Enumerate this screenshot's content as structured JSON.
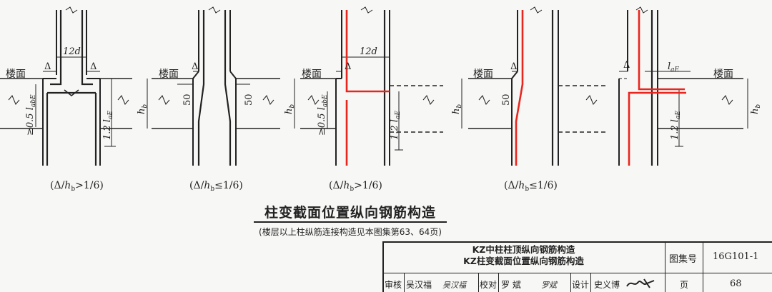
{
  "diagrams": [
    {
      "id": "d1",
      "labels": {
        "floor": "楼面",
        "delta_left": "Δ",
        "delta_right": "Δ",
        "dim_top": "12d",
        "dim_left": "≥0.5 l",
        "dim_left_sub": "abE",
        "dim_right": "1.2 l",
        "dim_right_sub": "aE"
      },
      "caption": "(Δ/hb>1/6)"
    },
    {
      "id": "d2",
      "labels": {
        "floor": "楼面",
        "delta": "Δ",
        "hb": "h",
        "hb_sub": "b",
        "slope_left": "50",
        "slope_right": "50"
      },
      "caption": "(Δ/hb≤1/6)"
    },
    {
      "id": "d3",
      "labels": {
        "floor": "楼面",
        "delta": "Δ",
        "dim_top": "12d",
        "hb": "h",
        "hb_sub": "b",
        "dim_left": "≥0.5 l",
        "dim_left_sub": "abE",
        "dim_right": "1.2 l",
        "dim_right_sub": "aE"
      },
      "caption": "(Δ/hb>1/6)"
    },
    {
      "id": "d4",
      "labels": {
        "floor": "楼面",
        "delta": "Δ",
        "hb": "h",
        "hb_sub": "b",
        "slope": "50"
      },
      "caption": "(Δ/hb≤1/6)"
    },
    {
      "id": "d5",
      "labels": {
        "floor": "楼面",
        "delta": "Δ",
        "lae": "l",
        "lae_sub": "aE",
        "hb": "h",
        "hb_sub": "b",
        "dim_right": "1.2 l",
        "dim_right_sub": "aE"
      }
    }
  ],
  "captions": {
    "c1_prefix": "(Δ/",
    "c1_h": "h",
    "c1_sub": "b",
    "c1_suffix": ">1/6)",
    "c2_prefix": "(Δ/",
    "c2_h": "h",
    "c2_sub": "b",
    "c2_suffix": "≤1/6)",
    "c3_prefix": "(Δ/",
    "c3_h": "h",
    "c3_sub": "b",
    "c3_suffix": ">1/6)",
    "c4_prefix": "(Δ/",
    "c4_h": "h",
    "c4_sub": "b",
    "c4_suffix": "≤1/6)"
  },
  "title": "柱变截面位置纵向钢筋构造",
  "note": "(楼层以上柱纵筋连接构造见本图集第63、64页)",
  "title_block": {
    "title_line1": "KZ中柱柱顶纵向钢筋构造",
    "title_line2": "KZ柱变截面位置纵向钢筋构造",
    "atlas_label": "图集号",
    "atlas_no": "16G101-1",
    "review_label": "审核",
    "reviewer": "吴汉福",
    "reviewer_sign": "吴汉福",
    "check_label": "校对",
    "checker": "罗 斌",
    "checker_sign": "罗斌",
    "design_label": "设计",
    "designer": "史义博",
    "page_label": "页",
    "page_no": "68"
  },
  "colors": {
    "line": "#222222",
    "rebar": "#e8261e",
    "paper": "#f7f7f5"
  }
}
